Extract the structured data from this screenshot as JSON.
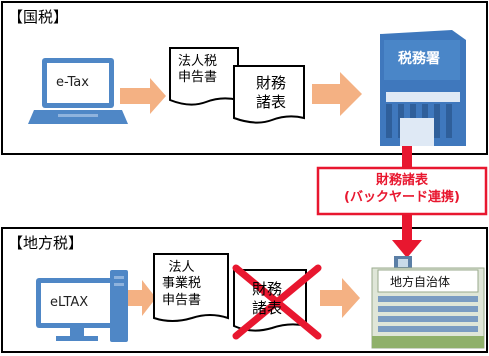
{
  "national_section": {
    "title": "【国税】",
    "system_name": "e-Tax",
    "doc_primary": "法人税\n申告書",
    "doc_secondary": "財務\n諸表",
    "office_name": "税務署"
  },
  "local_section": {
    "title": "【地方税】",
    "system_name": "eLTAX",
    "doc_primary": "法人\n事業税\n申告書",
    "doc_secondary": "財務\n諸表",
    "office_name": "地方自治体"
  },
  "link": {
    "label": "財務諸表\n(バックヤード連携)"
  },
  "colors": {
    "arrow_orange": "#f4b183",
    "link_red": "#e8172f",
    "building_blue": "#4a86c8",
    "laptop_blue": "#4f87c6"
  }
}
